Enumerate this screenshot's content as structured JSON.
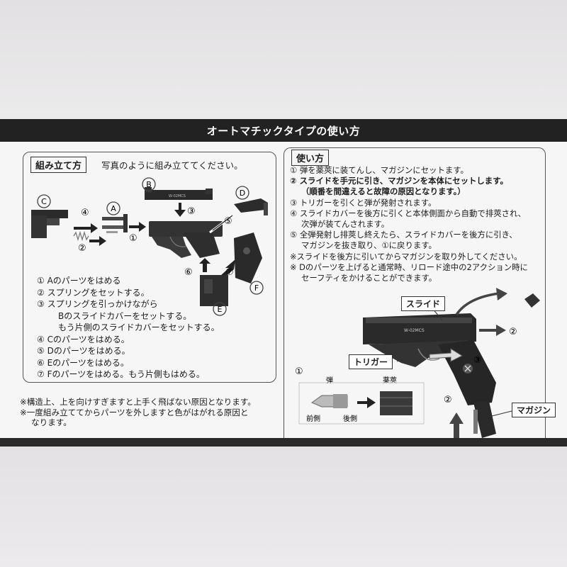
{
  "header": {
    "title": "オートマチックタイプの使い方"
  },
  "assembly": {
    "title": "組み立て方",
    "intro": "写真のように組み立ててください。",
    "part_labels": {
      "A": "A",
      "B": "B",
      "C": "C",
      "D": "D",
      "E": "E",
      "F": "F"
    },
    "step_markers": {
      "n1": "①",
      "n2": "②",
      "n3": "③",
      "n4": "④",
      "n5": "⑤",
      "n6": "⑥",
      "n7": "⑦"
    },
    "steps": [
      "① Aのパーツをはめる",
      "② スプリングをセットする。",
      "③ スプリングを引っかけながら",
      "Bのスライドカバーをセットする。",
      "もう片側のスライドカバーをセットする。",
      "④ Cのパーツをはめる。",
      "⑤ Dのパーツをはめる。",
      "⑥ Eのパーツをはめる。",
      "⑦ Fのパーツをはめる。もう片側もはめる。"
    ]
  },
  "notes": [
    "※構造上、上を向けすぎますと上手く飛ばない原因となります。",
    "※一度組み立ててからパーツを外しますと色がはがれる原因と",
    "なります。"
  ],
  "usage": {
    "title": "使い方",
    "steps": [
      "① 弾を薬莢に装てんし、マガジンにセットます。",
      "② スライドを手元に引き、マガジンを本体にセットします。",
      "（順番を間違えると故障の原因となります。）",
      "③ トリガーを引くと弾が発射されます。",
      "④ スライドカバーを後方に引くと本体側面から自動で排莢され、",
      "次弾が装てんされます。",
      "⑤ 全弾発射し排莢し終えたら、スライドカバーを後方に引き、",
      "マガジンを抜き取り、①に戻ります。",
      "※スライドを後方に引いてからマガジンを取り外してください。",
      "※ Dのパーツを上げると通常時、リロード途中の2アクション時に",
      "セーフティをかけることができます。"
    ],
    "callouts": {
      "slide": "スライド",
      "trigger": "トリガー",
      "magazine": "マガジン"
    },
    "markers": {
      "n1": "①",
      "n2": "②",
      "n3": "③",
      "n2b": "②"
    },
    "ammo": {
      "bullet": "弾",
      "case": "薬莢",
      "front": "前側",
      "back": "後側"
    },
    "gun_marking": "W-02MCS"
  }
}
